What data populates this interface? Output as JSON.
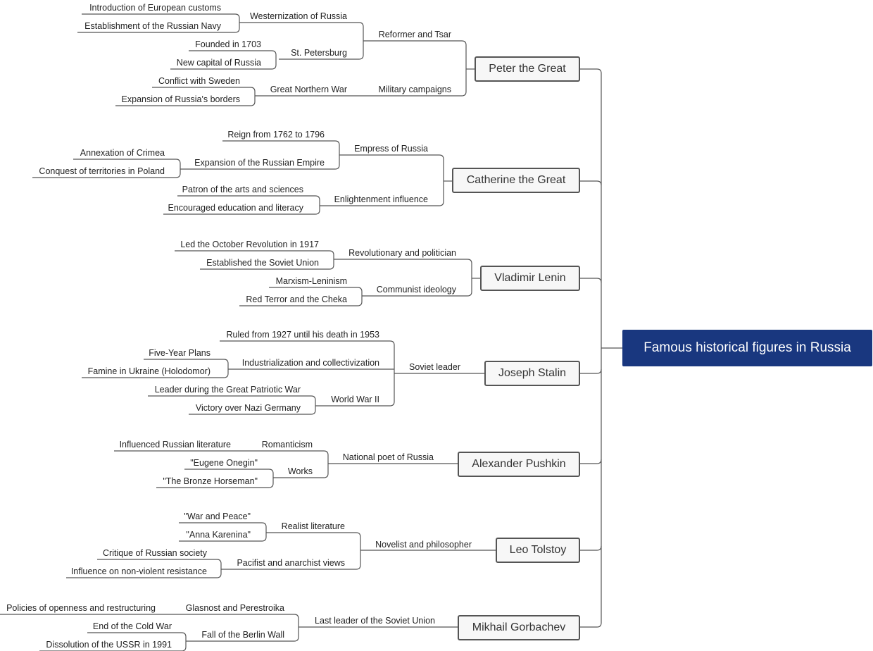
{
  "root": "Famous historical figures in Russia",
  "figures": {
    "peter": {
      "name": "Peter the Great",
      "reformer": "Reformer and Tsar",
      "westernization": "Westernization of Russia",
      "customs": "Introduction of European customs",
      "navy": "Establishment of the Russian Navy",
      "stpetersburg": "St. Petersburg",
      "founded": "Founded in 1703",
      "capital": "New capital of Russia",
      "military": "Military campaigns",
      "northern_war": "Great Northern War",
      "sweden": "Conflict with Sweden",
      "borders": "Expansion of Russia's borders"
    },
    "catherine": {
      "name": "Catherine the Great",
      "empress": "Empress of Russia",
      "reign": "Reign from 1762 to 1796",
      "expansion": "Expansion of the Russian Empire",
      "crimea": "Annexation of Crimea",
      "poland": "Conquest of territories in Poland",
      "enlightenment": "Enlightenment influence",
      "patron": "Patron of the arts and sciences",
      "education": "Encouraged education and literacy"
    },
    "lenin": {
      "name": "Vladimir Lenin",
      "revolutionary": "Revolutionary and politician",
      "october": "Led the October Revolution in 1917",
      "soviet_union": "Established the Soviet Union",
      "ideology": "Communist ideology",
      "marxism": "Marxism-Leninism",
      "red_terror": "Red Terror and the Cheka"
    },
    "stalin": {
      "name": "Joseph Stalin",
      "soviet_leader": "Soviet leader",
      "ruled": "Ruled from 1927 until his death in 1953",
      "industrialization": "Industrialization and collectivization",
      "five_year": "Five-Year Plans",
      "famine": "Famine in Ukraine (Holodomor)",
      "ww2": "World War II",
      "patriotic": "Leader during the Great Patriotic War",
      "victory": "Victory over Nazi Germany"
    },
    "pushkin": {
      "name": "Alexander Pushkin",
      "poet": "National poet of Russia",
      "romanticism": "Romanticism",
      "influenced": "Influenced Russian literature",
      "works": "Works",
      "onegin": "\"Eugene Onegin\"",
      "horseman": "\"The Bronze Horseman\""
    },
    "tolstoy": {
      "name": "Leo Tolstoy",
      "novelist": "Novelist and philosopher",
      "realist": "Realist literature",
      "war_peace": "\"War and Peace\"",
      "karenina": "\"Anna Karenina\"",
      "pacifist": "Pacifist and anarchist views",
      "critique": "Critique of Russian society",
      "nonviolent": "Influence on non-violent resistance"
    },
    "gorbachev": {
      "name": "Mikhail Gorbachev",
      "last_leader": "Last leader of the Soviet Union",
      "glasnost": "Glasnost and Perestroika",
      "openness": "Policies of openness and restructuring",
      "berlin": "Fall of the Berlin Wall",
      "cold_war": "End of the Cold War",
      "dissolution": "Dissolution of the USSR in 1991"
    }
  }
}
